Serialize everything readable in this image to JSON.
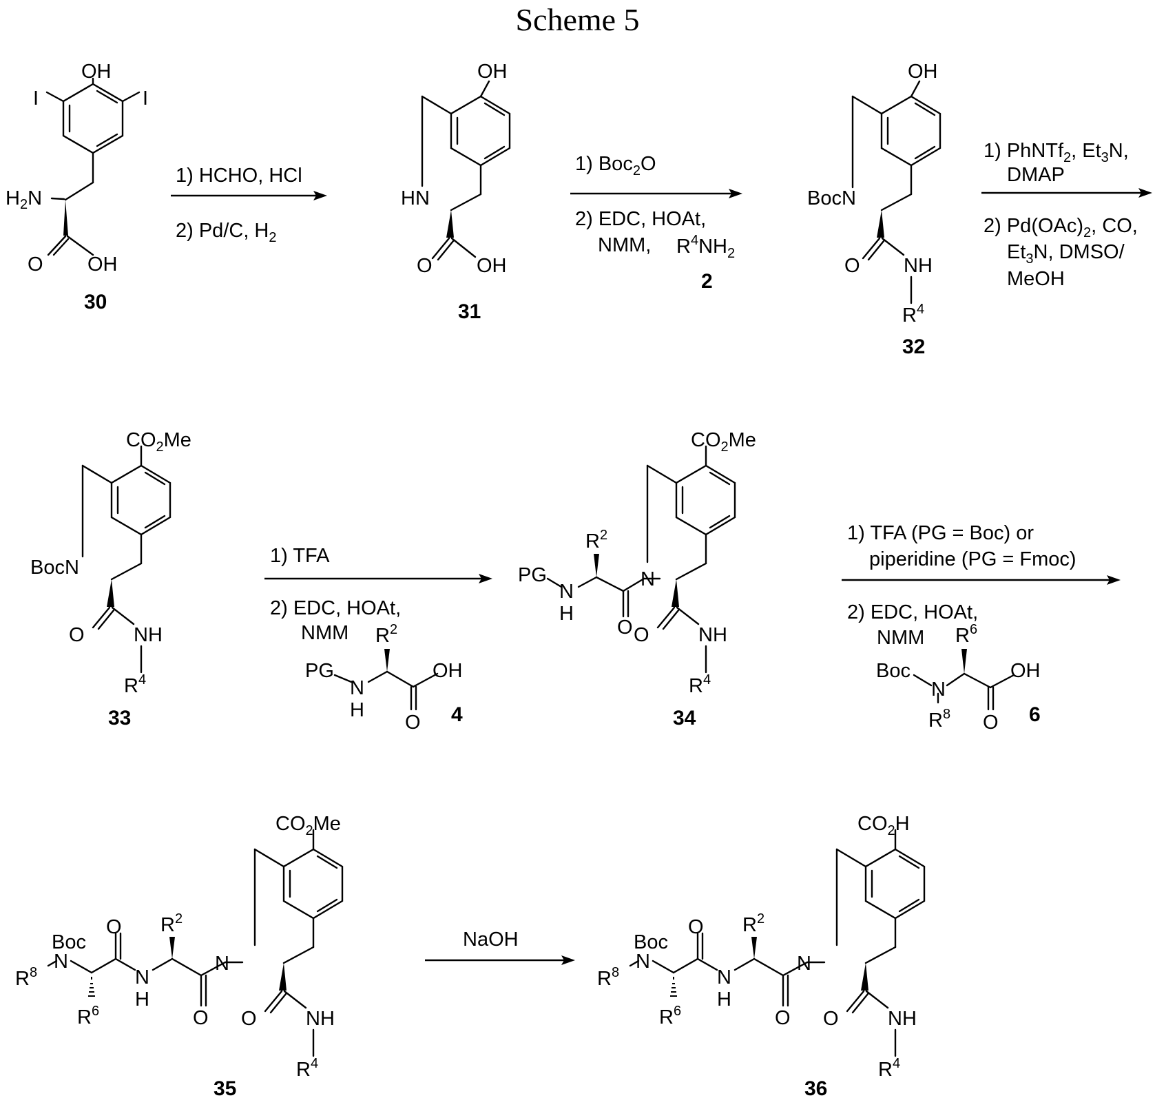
{
  "title": "Scheme 5",
  "compounds": {
    "c30": {
      "number": "30",
      "labels": {
        "oh": "OH",
        "i1": "I",
        "i2": "I",
        "h2n": "H2N",
        "o": "O",
        "acid_oh": "OH"
      }
    },
    "c31": {
      "number": "31",
      "labels": {
        "oh": "OH",
        "hn": "HN",
        "o": "O",
        "acid_oh": "OH"
      }
    },
    "c32": {
      "number": "32",
      "labels": {
        "oh": "OH",
        "bocn": "BocN",
        "o": "O",
        "nh": "NH",
        "r4": "R4"
      }
    },
    "c33": {
      "number": "33",
      "labels": {
        "ester": "CO2Me",
        "bocn": "BocN",
        "o": "O",
        "nh": "NH",
        "r4": "R4"
      }
    },
    "c34": {
      "number": "34",
      "labels": {
        "ester": "CO2Me",
        "pg": "PG",
        "n": "N",
        "h": "H",
        "r2": "R2",
        "o": "O",
        "ring_n": "N",
        "amide_o": "O",
        "nh": "NH",
        "r4": "R4"
      }
    },
    "c35": {
      "number": "35",
      "labels": {
        "ester": "CO2Me",
        "boc": "Boc",
        "r8": "R8",
        "n": "N",
        "r6": "R6",
        "o1": "O",
        "nh": "N",
        "h": "H",
        "r2": "R2",
        "o2": "O",
        "ring_n": "N",
        "amide_o": "O",
        "amide_nh": "NH",
        "r4": "R4"
      }
    },
    "c36": {
      "number": "36",
      "labels": {
        "acid": "CO2H",
        "boc": "Boc",
        "r8": "R8",
        "n": "N",
        "r6": "R6",
        "o1": "O",
        "nh": "N",
        "h": "H",
        "r2": "R2",
        "o2": "O",
        "ring_n": "N",
        "amide_o": "O",
        "amide_nh": "NH",
        "r4": "R4"
      }
    }
  },
  "reagents": {
    "r2": {
      "number": "2",
      "text": "R4NH2"
    },
    "r4": {
      "number": "4",
      "pg": "PG",
      "n": "N",
      "h": "H",
      "r2": "R2",
      "o": "O",
      "oh": "OH"
    },
    "r6": {
      "number": "6",
      "boc": "Boc",
      "n": "N",
      "r8": "R8",
      "r6": "R6",
      "o": "O",
      "oh": "OH"
    }
  },
  "steps": {
    "s1": {
      "above": [
        "1) HCHO, HCl"
      ],
      "below": [
        "2) Pd/C, H2"
      ]
    },
    "s2": {
      "above": [
        "1) Boc2O"
      ],
      "below": [
        "2) EDC, HOAt,",
        "NMM,"
      ]
    },
    "s3": {
      "above": [
        "1) PhNTf2, Et3N,",
        "DMAP"
      ],
      "below": [
        "2) Pd(OAc)2, CO,",
        "Et3N, DMSO/",
        "MeOH"
      ]
    },
    "s4": {
      "above": [
        "1) TFA"
      ],
      "below": [
        "2)  EDC, HOAt,",
        "NMM"
      ]
    },
    "s5": {
      "above": [
        "1) TFA (PG = Boc) or",
        "piperidine (PG = Fmoc)"
      ],
      "below": [
        "2)  EDC, HOAt,",
        "NMM"
      ]
    },
    "s6": {
      "above": [
        "NaOH"
      ],
      "below": []
    }
  }
}
